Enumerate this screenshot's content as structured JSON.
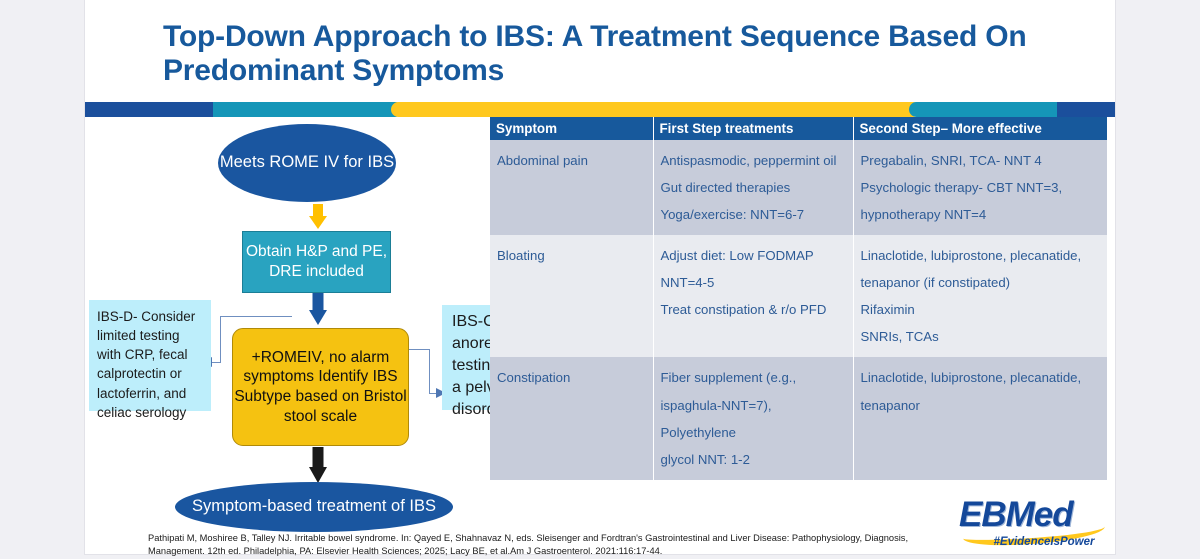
{
  "slide": {
    "title": "Top-Down Approach to IBS: A Treatment Sequence Based On Predominant Symptoms",
    "accent_colors": {
      "dark_blue": "#1b4f9c",
      "teal": "#1596b8",
      "yellow": "#ffc81e",
      "title_blue": "#17599c"
    }
  },
  "flowchart": {
    "nodes": [
      {
        "id": "rome",
        "label": "Meets ROME IV for IBS",
        "shape": "ellipse",
        "fill": "#1a56a0"
      },
      {
        "id": "hp",
        "label": "Obtain H&P and PE, DRE included",
        "shape": "rect",
        "fill": "#29a3c0"
      },
      {
        "id": "subtype",
        "label": "+ROMEIV, no alarm symptoms Identify IBS Subtype based on Bristol stool scale",
        "shape": "rounded-rect",
        "fill": "#f5c211"
      },
      {
        "id": "outcome",
        "label": "Symptom-based treatment of IBS",
        "shape": "ellipse",
        "fill": "#1a56a0"
      }
    ],
    "callouts": [
      {
        "id": "ibsd",
        "label": "IBS-D- Consider limited testing with CRP, fecal calprotectin or lactoferrin, and celiac serology",
        "fill": "#bdeefb"
      },
      {
        "id": "ibsc",
        "label": "IBS-C- Consider anorectal physiology testing if suspecting a pelvic floor disorder",
        "fill": "#bdeefb"
      }
    ],
    "arrows": [
      {
        "id": "rome-to-hp",
        "color": "#ffc000"
      },
      {
        "id": "hp-to-subtype",
        "color": "#1a56a0"
      },
      {
        "id": "subtype-to-outcome",
        "color": "#1a1a1a"
      }
    ]
  },
  "table": {
    "headers": [
      "Symptom",
      "First Step treatments",
      "Second Step– More effective"
    ],
    "rows": [
      {
        "symptom": "Abdominal pain",
        "first_step": [
          "Antispasmodic, peppermint oil",
          "Gut directed therapies",
          "Yoga/exercise: NNT=6-7"
        ],
        "second_step": [
          "Pregabalin, SNRI, TCA- NNT 4",
          "Psychologic therapy- CBT NNT=3,",
          "hypnotherapy NNT=4"
        ]
      },
      {
        "symptom": "Bloating",
        "first_step": [
          "Adjust diet: Low FODMAP",
          "NNT=4-5",
          "Treat constipation  & r/o PFD"
        ],
        "second_step": [
          "Linaclotide, lubiprostone, plecanatide,",
          "tenapanor (if constipated)",
          "Rifaximin",
          "SNRIs, TCAs"
        ]
      },
      {
        "symptom": "Constipation",
        "first_step": [
          "Fiber supplement (e.g.,",
          "ispaghula-NNT=7), Polyethylene",
          "glycol NNT: 1-2"
        ],
        "second_step": [
          "Linaclotide, lubiprostone, plecanatide,",
          "tenapanor"
        ]
      }
    ]
  },
  "footer": {
    "citation": "Pathipati M,  Moshiree B, Talley NJ. Irritable bowel syndrome. In: Qayed E, Shahnavaz N, eds. Sleisenger and Fordtran's Gastrointestinal and Liver Disease: Pathophysiology, Diagnosis, Management. 12th ed. Philadelphia, PA: Elsevier Health Sciences; 2025; Lacy BE, et al.Am J Gastroenterol. 2021:116:17-44.",
    "logo_word": "EBMed",
    "logo_tagline": "#EvidenceIsPower"
  }
}
